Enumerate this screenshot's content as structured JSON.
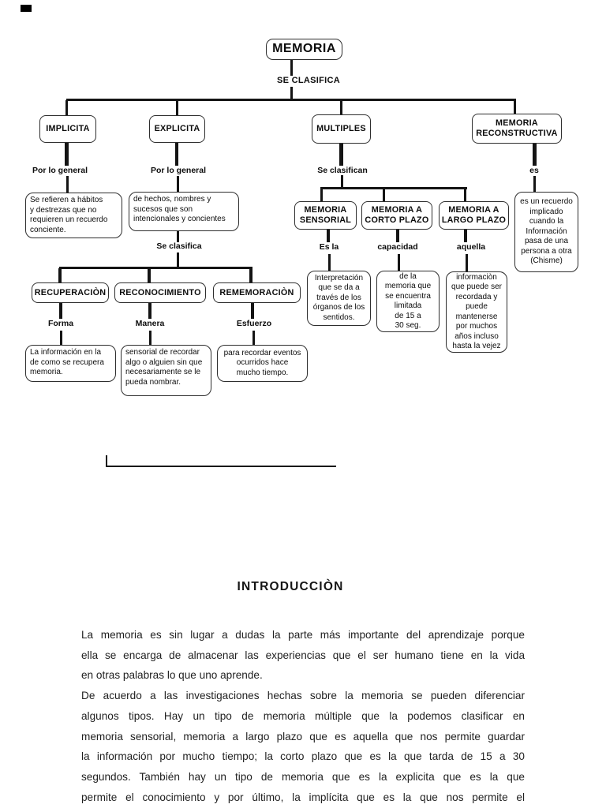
{
  "colors": {
    "ink": "#141414",
    "background": "#ffffff"
  },
  "diagram": {
    "root": {
      "label": "MEMORIA",
      "link": "SE CLASIFICA"
    },
    "implicita": {
      "label": "IMPLICITA",
      "link": "Por lo general",
      "detail": "Se refieren a hábitos\ny destrezas que no\nrequieren un recuerdo\nconciente."
    },
    "explicita": {
      "label": "EXPLICITA",
      "link": "Por lo general",
      "detail": "de hechos, nombres y\nsucesos que son\nintencionales y concientes",
      "sublink": "Se clasifica"
    },
    "recuperacion": {
      "label": "RECUPERACIÒN",
      "link": "Forma",
      "detail": "La información en la\nde como se recupera\nmemoria."
    },
    "reconocimiento": {
      "label": "RECONOCIMIENTO",
      "link": "Manera",
      "detail": "sensorial de recordar\nalgo o alguien sin que\nnecesariamente se le\npueda nombrar."
    },
    "rememoracion": {
      "label": "REMEMORACIÒN",
      "link": "Esfuerzo",
      "detail": "para recordar eventos\nocurridos hace\nmucho tiempo."
    },
    "multiples": {
      "label": "MULTIPLES",
      "link": "Se clasifican"
    },
    "sensorial": {
      "label": "MEMORIA\nSENSORIAL",
      "link": "Es la",
      "detail": "Interpretación\nque se da a\ntravés de los\nórganos de los\nsentidos."
    },
    "corto": {
      "label": "MEMORIA A\nCORTO PLAZO",
      "link": "capacidad",
      "detail": "de la\nmemoria que\nse encuentra\nlimitada\nde 15 a\n30 seg."
    },
    "largo": {
      "label": "MEMORIA A\nLARGO PLAZO",
      "link": "aquella",
      "detail": "informaciòn\nque puede ser\nrecordada y\npuede\nmantenerse\npor muchos\naños incluso\nhasta la vejez"
    },
    "reconstructiva": {
      "label": "MEMORIA\nRECONSTRUCTIVA",
      "link": "es",
      "detail": "es un recuerdo\nimplicado\ncuando la\nInformación\npasa de una\npersona a otra\n(Chisme)"
    }
  },
  "intro": {
    "heading": "INTRODUCCIÒN",
    "lines": [
      "La memoria es sin lugar a dudas la parte más importante del aprendizaje porque",
      "ella se encarga de almacenar las experiencias que el ser humano tiene en la vida",
      "en otras palabras lo que uno aprende.",
      "De acuerdo a las investigaciones hechas sobre la memoria se pueden diferenciar",
      "algunos tipos. Hay un tipo de memoria múltiple que la podemos clasificar en",
      "memoria sensorial, memoria a largo plazo que es aquella que nos permite guardar",
      "la información por mucho tiempo; la corto plazo que es la que tarda de 15 a 30",
      "segundos. También hay un tipo de memoria que es la explicita que es la que",
      "permite el conocimiento y por último, la implícita que es la que nos permite el"
    ]
  }
}
